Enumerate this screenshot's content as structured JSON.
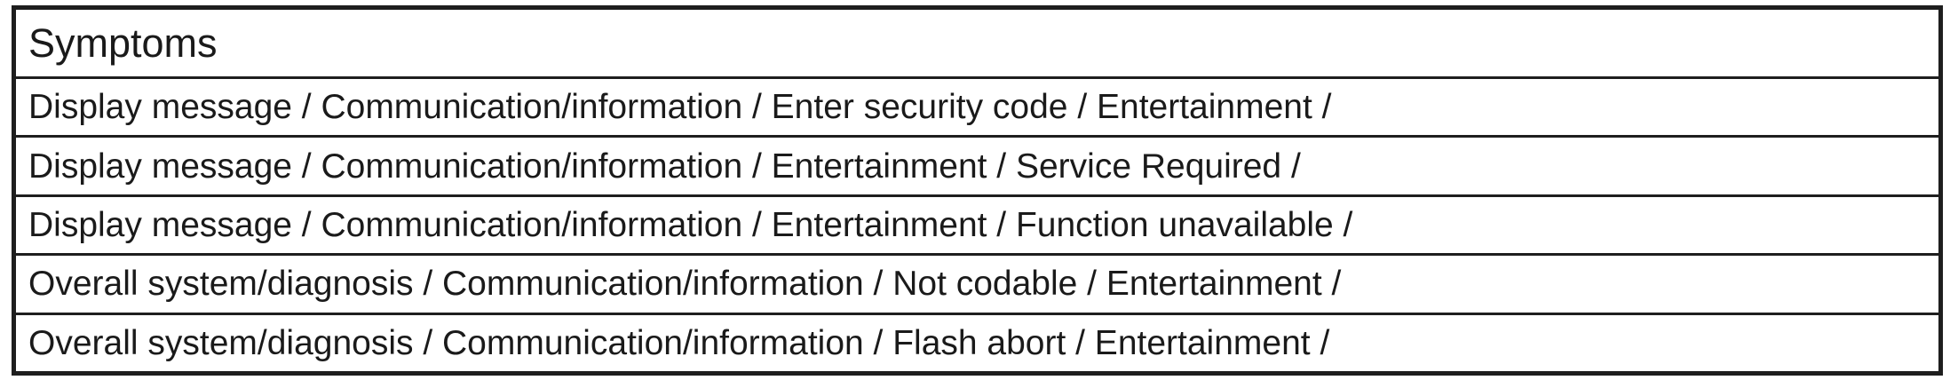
{
  "table": {
    "header": "Symptoms",
    "rows": [
      "Display message / Communication/information / Enter security code / Entertainment /",
      "Display message / Communication/information / Entertainment / Service Required /",
      "Display message / Communication/information / Entertainment / Function unavailable /",
      "Overall system/diagnosis / Communication/information / Not codable / Entertainment /",
      "Overall system/diagnosis / Communication/information / Flash abort / Entertainment /"
    ]
  },
  "colors": {
    "border": "#1e1e1e",
    "text": "#1a1a1a",
    "background": "#ffffff"
  }
}
